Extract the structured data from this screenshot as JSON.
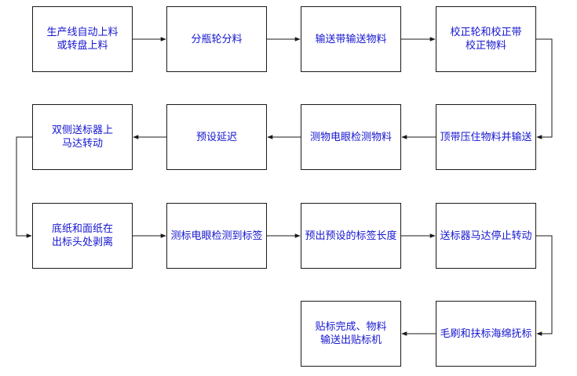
{
  "flowchart": {
    "steps": [
      {
        "id": "b1",
        "label": "生产线自动上料\n或转盘上料"
      },
      {
        "id": "b2",
        "label": "分瓶轮分料"
      },
      {
        "id": "b3",
        "label": "输送带输送物料"
      },
      {
        "id": "b4",
        "label": "校正轮和校正带\n校正物料"
      },
      {
        "id": "b5",
        "label": "双侧送标器上\n马达转动"
      },
      {
        "id": "b6",
        "label": "预设延迟"
      },
      {
        "id": "b7",
        "label": "测物电眼检测物料"
      },
      {
        "id": "b8",
        "label": "顶带压住物料并输送"
      },
      {
        "id": "b9",
        "label": "底纸和面纸在\n出标头处剥离"
      },
      {
        "id": "b10",
        "label": "测标电眼检测到标签"
      },
      {
        "id": "b11",
        "label": "预出预设的标签长度"
      },
      {
        "id": "b12",
        "label": "送标器马达停止转动"
      },
      {
        "id": "b13",
        "label": "贴标完成、物料\n输送出贴标机"
      },
      {
        "id": "b14",
        "label": "毛刷和扶标海绵抚标"
      }
    ],
    "connections": [
      {
        "from": "b1",
        "to": "b2"
      },
      {
        "from": "b2",
        "to": "b3"
      },
      {
        "from": "b3",
        "to": "b4"
      },
      {
        "from": "b4",
        "to": "b8"
      },
      {
        "from": "b8",
        "to": "b7"
      },
      {
        "from": "b7",
        "to": "b6"
      },
      {
        "from": "b6",
        "to": "b5"
      },
      {
        "from": "b5",
        "to": "b9"
      },
      {
        "from": "b9",
        "to": "b10"
      },
      {
        "from": "b10",
        "to": "b11"
      },
      {
        "from": "b11",
        "to": "b12"
      },
      {
        "from": "b12",
        "to": "b14"
      },
      {
        "from": "b14",
        "to": "b13"
      }
    ]
  },
  "colors": {
    "text": "#1515d0",
    "border": "#1a1a1a",
    "connector": "#1a1a1a"
  }
}
